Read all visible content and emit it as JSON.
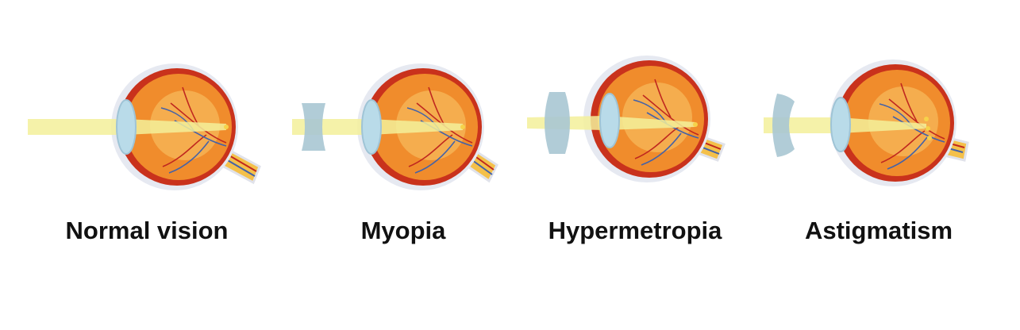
{
  "panels": [
    {
      "key": "normal",
      "label": "Normal vision",
      "lens": "none",
      "focus": "on-retina"
    },
    {
      "key": "myopia",
      "label": "Myopia",
      "lens": "concave",
      "focus": "on-retina"
    },
    {
      "key": "hypermetropia",
      "label": "Hypermetropia",
      "lens": "convex",
      "focus": "on-retina"
    },
    {
      "key": "astigmatism",
      "label": "Astigmatism",
      "lens": "meniscus",
      "focus": "multiple-points"
    }
  ],
  "colors": {
    "light_beam": "#f3f09a",
    "sclera": "#e6e9f1",
    "eye_outer": "#c9321c",
    "eye_inner": "#f08c2c",
    "eye_core": "#f7b85a",
    "lens": "#b9dbe9",
    "corrective_lens": "#a9c7d3",
    "vein_red": "#c0271f",
    "vein_blue": "#4462a8",
    "optic_nerve": "#f4c04a",
    "label_text": "#111111"
  }
}
